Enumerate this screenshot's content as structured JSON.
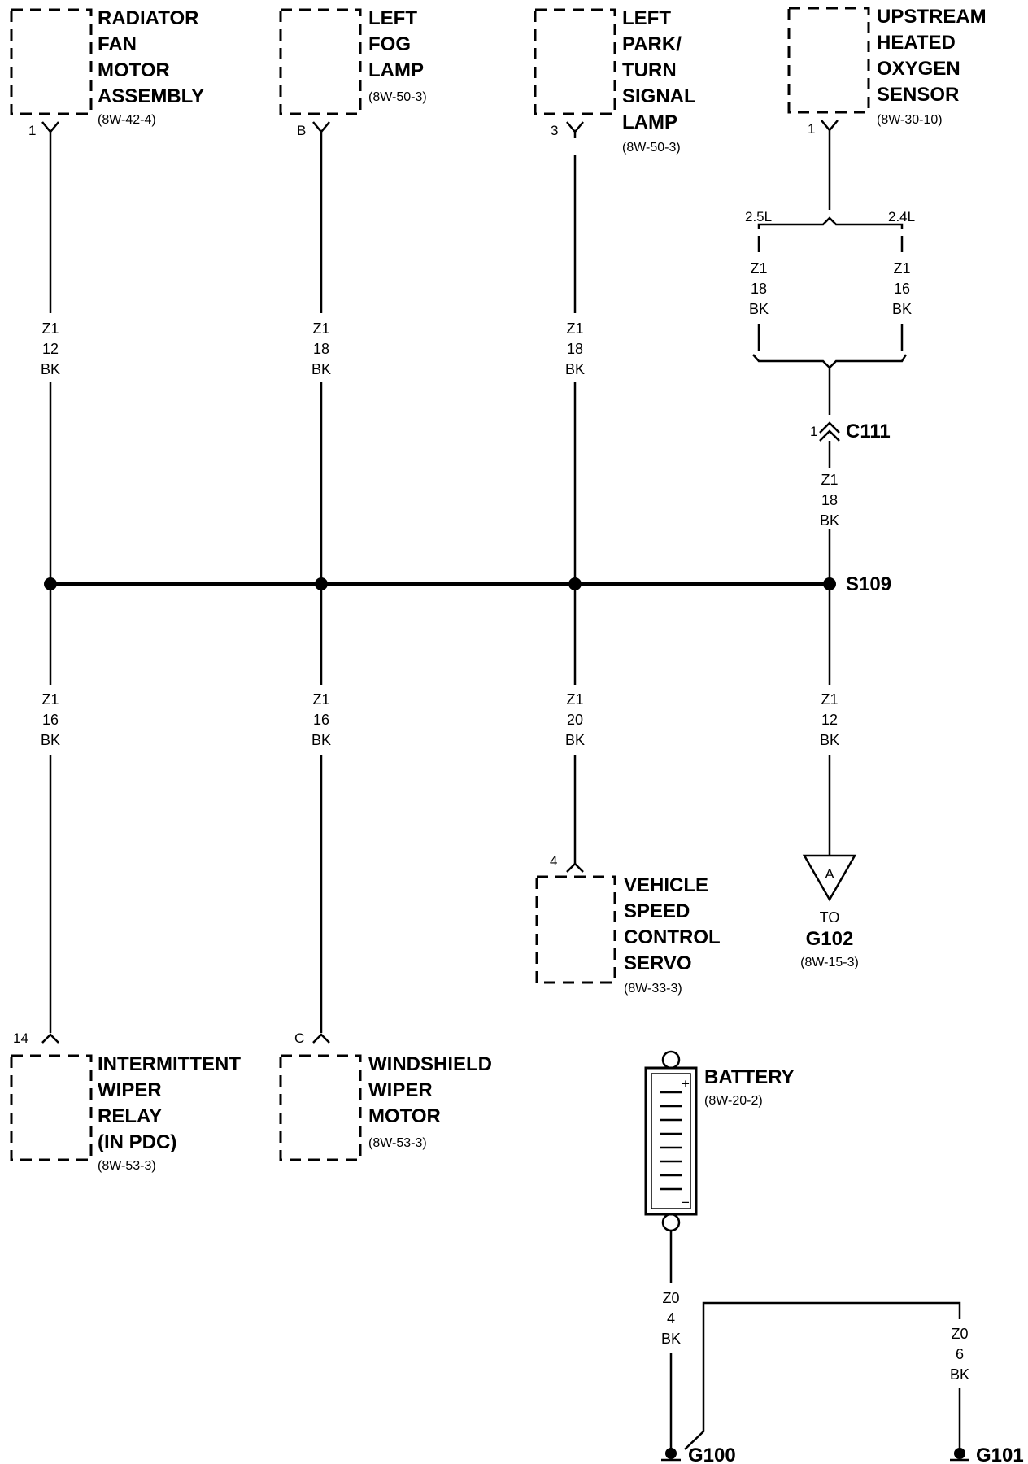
{
  "components": {
    "radiator_fan": {
      "lines": [
        "RADIATOR",
        "FAN",
        "MOTOR",
        "ASSEMBLY"
      ],
      "ref": "(8W-42-4)",
      "pin": "1"
    },
    "left_fog": {
      "lines": [
        "LEFT",
        "FOG",
        "LAMP"
      ],
      "ref": "(8W-50-3)",
      "pin": "B"
    },
    "left_park": {
      "lines": [
        "LEFT",
        "PARK/",
        "TURN",
        "SIGNAL",
        "LAMP"
      ],
      "ref": "(8W-50-3)",
      "pin": "3"
    },
    "o2_sensor": {
      "lines": [
        "UPSTREAM",
        "HEATED",
        "OXYGEN",
        "SENSOR"
      ],
      "ref": "(8W-30-10)",
      "pin": "1"
    },
    "wiper_relay": {
      "lines": [
        "INTERMITTENT",
        "WIPER",
        "RELAY",
        "(IN PDC)"
      ],
      "ref": "(8W-53-3)",
      "pin": "14"
    },
    "wiper_motor": {
      "lines": [
        "WINDSHIELD",
        "WIPER",
        "MOTOR"
      ],
      "ref": "(8W-53-3)",
      "pin": "C"
    },
    "speed_servo": {
      "lines": [
        "VEHICLE",
        "SPEED",
        "CONTROL",
        "SERVO"
      ],
      "ref": "(8W-33-3)",
      "pin": "4"
    },
    "battery": {
      "name": "BATTERY",
      "ref": "(8W-20-2)",
      "plus": "+",
      "minus": "−"
    }
  },
  "wires": {
    "w1_top": [
      "Z1",
      "12",
      "BK"
    ],
    "w2_top": [
      "Z1",
      "18",
      "BK"
    ],
    "w3_top": [
      "Z1",
      "18",
      "BK"
    ],
    "w_25l": [
      "Z1",
      "18",
      "BK"
    ],
    "w_24l": [
      "Z1",
      "16",
      "BK"
    ],
    "w4_top": [
      "Z1",
      "18",
      "BK"
    ],
    "w1_bot": [
      "Z1",
      "16",
      "BK"
    ],
    "w2_bot": [
      "Z1",
      "16",
      "BK"
    ],
    "w3_bot": [
      "Z1",
      "20",
      "BK"
    ],
    "w4_bot": [
      "Z1",
      "12",
      "BK"
    ],
    "bat_g100": [
      "Z0",
      "4",
      "BK"
    ],
    "bat_g101": [
      "Z0",
      "6",
      "BK"
    ]
  },
  "engine_options": {
    "left": "2.5L",
    "right": "2.4L"
  },
  "connector": {
    "pin": "1",
    "name": "C111"
  },
  "splice": {
    "name": "S109"
  },
  "offpage": {
    "letter": "A",
    "to": "TO",
    "ground": "G102",
    "ref": "(8W-15-3)"
  },
  "grounds": {
    "g100": "G100",
    "g101": "G101"
  }
}
